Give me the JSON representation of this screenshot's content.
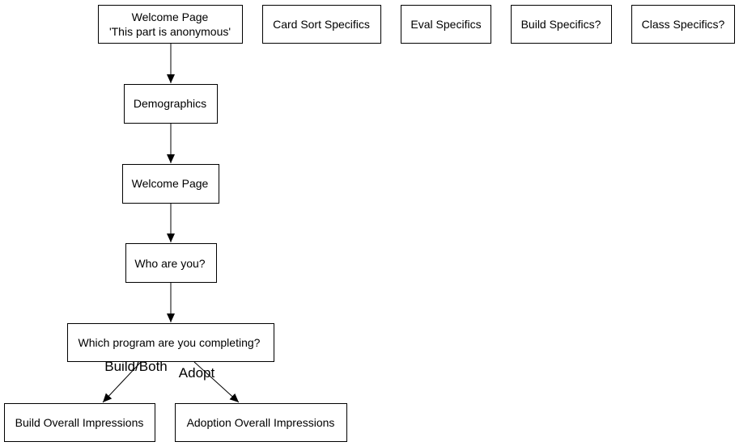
{
  "nodes": {
    "welcome_anon": {
      "line1": "Welcome Page",
      "line2": "'This part is anonymous'"
    },
    "card_sort": {
      "label": "Card Sort Specifics"
    },
    "eval": {
      "label": "Eval Specifics"
    },
    "build_spec": {
      "label": "Build Specifics?"
    },
    "class_spec": {
      "label": "Class Specifics?"
    },
    "demographics": {
      "label": "Demographics"
    },
    "welcome": {
      "label": "Welcome Page"
    },
    "who": {
      "label": "Who are you?"
    },
    "which_program": {
      "label": "Which program are you completing?"
    },
    "build_overall": {
      "label": "Build Overall Impressions"
    },
    "adoption_overall": {
      "label": "Adoption Overall Impressions"
    }
  },
  "edges": {
    "build_both": {
      "label": "Build/Both"
    },
    "adopt": {
      "label": "Adopt"
    }
  }
}
